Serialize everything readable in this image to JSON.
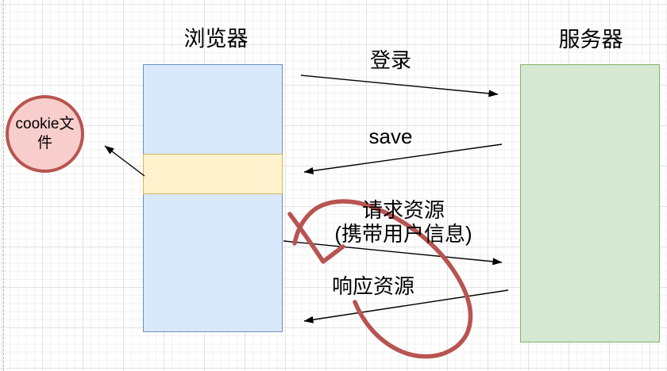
{
  "diagram": {
    "nodes": {
      "browser": {
        "label": "浏览器"
      },
      "server": {
        "label": "服务器"
      },
      "cookie_file": {
        "label": "cookie文件"
      }
    },
    "edges": {
      "login": {
        "label": "登录",
        "from": "browser",
        "to": "server"
      },
      "save": {
        "label": "save",
        "from": "server",
        "to": "browser"
      },
      "store_cookie": {
        "label": "",
        "from": "cookie-band",
        "to": "cookie_file"
      },
      "request": {
        "label_line1": "请求资源",
        "label_line2": "(携带用户信息)",
        "from": "browser",
        "to": "server"
      },
      "response": {
        "label": "响应资源",
        "from": "server",
        "to": "browser"
      }
    },
    "annotation": {
      "shape": "hand-drawn-circle-with-arrow",
      "color": "#b85450"
    },
    "colors": {
      "arrow_black": "#000000",
      "browser_fill": "#dae8fc",
      "browser_stroke": "#6c8ebf",
      "cookie_band_fill": "#fff2cc",
      "cookie_band_stroke": "#d6b656",
      "server_fill": "#d5e8d4",
      "server_stroke": "#82b366",
      "cookie_circle_fill": "#f8cecc",
      "cookie_circle_stroke": "#b85450",
      "grid_major": "#e3e3e3",
      "grid_minor": "#f2f2f2"
    }
  }
}
